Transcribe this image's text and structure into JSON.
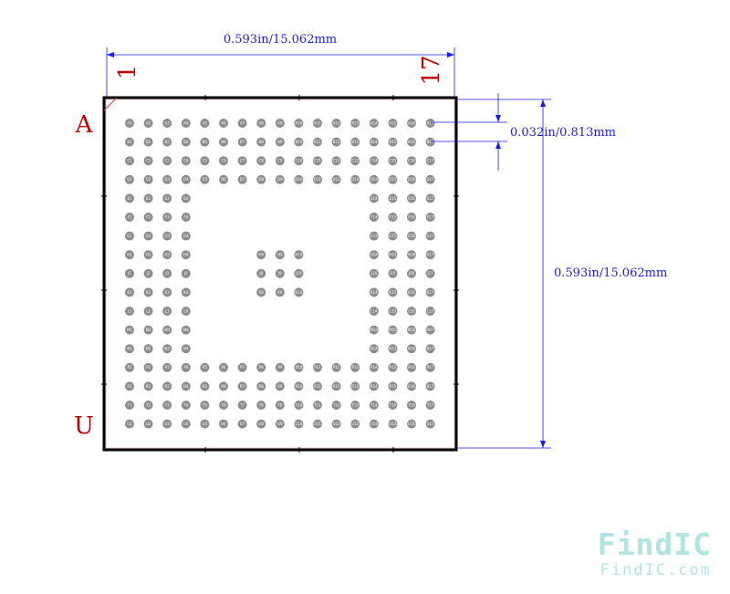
{
  "diagram": {
    "title": "",
    "width_dimension": "0.593in/15.062mm",
    "height_dimension": "0.593in/15.062mm",
    "pitch_dimension": "0.032in/0.813mm",
    "column_first_label": "1",
    "column_last_label": "17",
    "row_first_label": "A",
    "row_last_label": "U",
    "rows": [
      "A",
      "B",
      "C",
      "D",
      "E",
      "F",
      "G",
      "H",
      "J",
      "K",
      "L",
      "M",
      "N",
      "P",
      "R",
      "T",
      "U"
    ],
    "columns": 17,
    "depopulated_region": {
      "rows": [
        "E",
        "F",
        "G",
        "H",
        "J",
        "K",
        "L",
        "M",
        "N"
      ],
      "columns": [
        5,
        6,
        7,
        8,
        9,
        10,
        11,
        12,
        13
      ]
    },
    "center_island": {
      "rows": [
        "H",
        "J",
        "K"
      ],
      "columns": [
        8,
        9,
        10
      ]
    },
    "colors": {
      "outline": "#000000",
      "dimension": "#1a1aff",
      "corner_label": "#c00000",
      "ball_fill": "#8c8c8c",
      "ball_text": "#ffffff",
      "watermark": "#6fcfc8"
    }
  },
  "watermark": {
    "logo_text": "FindIC",
    "site_text": "FindIC.com"
  }
}
